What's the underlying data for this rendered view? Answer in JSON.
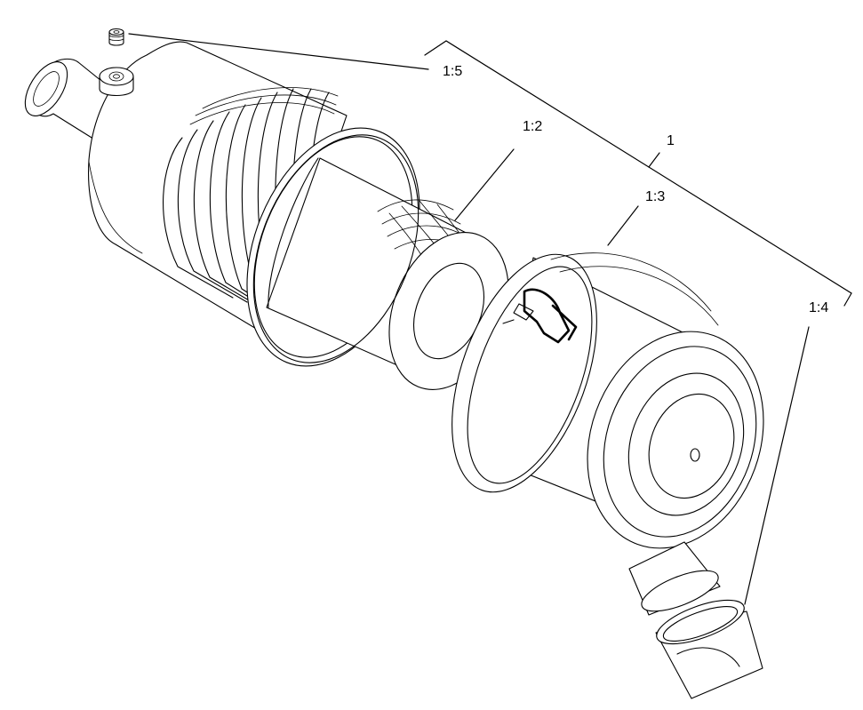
{
  "callouts": {
    "assembly": "1",
    "filter": "1:2",
    "cover": "1:3",
    "valve": "1:4",
    "plug": "1:5"
  }
}
